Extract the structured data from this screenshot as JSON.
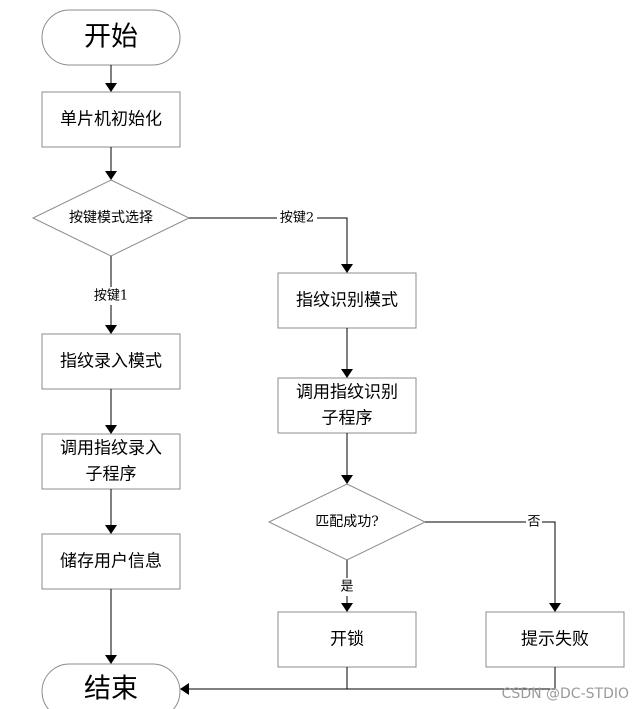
{
  "nodes": {
    "start": "开始",
    "init": "单片机初始化",
    "key_select": "按键模式选择",
    "enroll_mode": "指纹录入模式",
    "call_enroll_line1": "调用指纹录入",
    "call_enroll_line2": "子程序",
    "store_info": "储存用户信息",
    "identify_mode": "指纹识别模式",
    "call_identify_line1": "调用指纹识别",
    "call_identify_line2": "子程序",
    "match": "匹配成功?",
    "unlock": "开锁",
    "fail": "提示失败",
    "end": "结束"
  },
  "edges": {
    "key1": "按键1",
    "key2": "按键2",
    "yes": "是",
    "no": "否"
  },
  "watermark": "CSDN @DC-STDIO"
}
